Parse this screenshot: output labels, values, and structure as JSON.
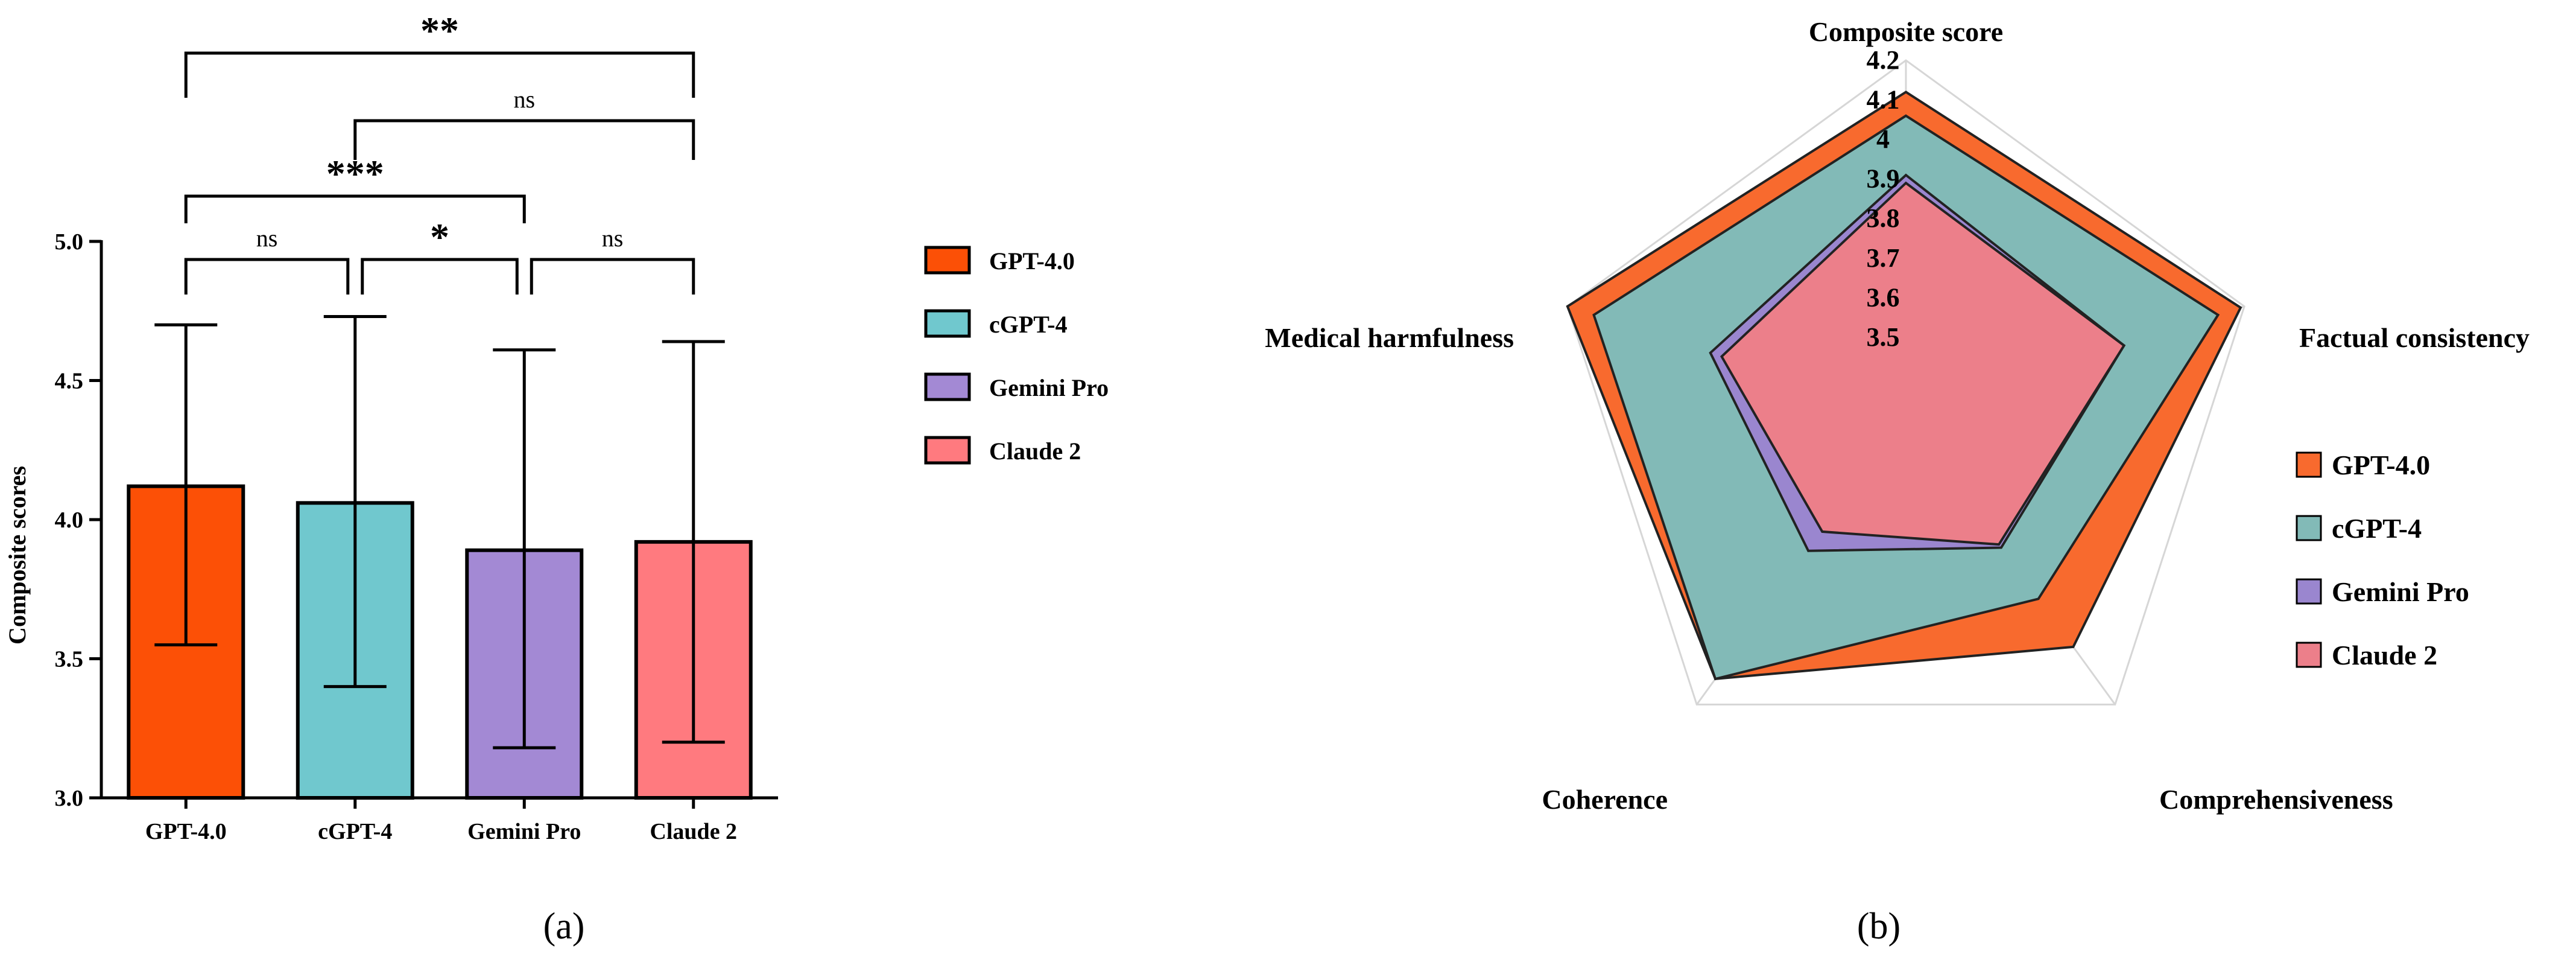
{
  "colors": {
    "GPT-4.0": "#FC5006",
    "cGPT-4": "#70C8CE",
    "Gemini Pro": "#A389D4",
    "Claude 2": "#FF7A7F",
    "radar_gpt": "#F86A2E",
    "radar_cgpt": "#82BAB7",
    "radar_gemini": "#9A86CF",
    "radar_claude": "#EC7F8A"
  },
  "chart_data": [
    {
      "type": "bar",
      "panel_label": "(a)",
      "categories": [
        "GPT-4.0",
        "cGPT-4",
        "Gemini Pro",
        "Claude 2"
      ],
      "values": [
        4.12,
        4.06,
        3.89,
        3.92
      ],
      "error_upper": [
        4.7,
        4.73,
        4.61,
        4.64
      ],
      "error_lower": [
        3.55,
        3.4,
        3.18,
        3.2
      ],
      "ylabel": "Composite scores",
      "ylim": [
        3.0,
        5.0
      ],
      "yticks": [
        "3.0",
        "3.5",
        "4.0",
        "4.5",
        "5.0"
      ],
      "legend": [
        "GPT-4.0",
        "cGPT-4",
        "Gemini Pro",
        "Claude 2"
      ],
      "legend_position": "right",
      "significance": [
        {
          "from": 0,
          "to": 1,
          "label": "ns",
          "bold": false
        },
        {
          "from": 1,
          "to": 2,
          "label": "*",
          "bold": true
        },
        {
          "from": 2,
          "to": 3,
          "label": "ns",
          "bold": false
        },
        {
          "from": 0,
          "to": 2,
          "label": "***",
          "bold": true
        },
        {
          "from": 1,
          "to": 3,
          "label": "ns",
          "bold": false
        },
        {
          "from": 0,
          "to": 3,
          "label": "**",
          "bold": true
        }
      ]
    },
    {
      "type": "radar",
      "panel_label": "(b)",
      "axes": [
        "Composite score",
        "Factual consistency",
        "Comprehensiveness",
        "Coherence",
        "Medical harmfulness"
      ],
      "radial_ticks": [
        "3.5",
        "3.6",
        "3.7",
        "3.8",
        "3.9",
        "4",
        "4.1",
        "4.2"
      ],
      "range": [
        3.3,
        4.2
      ],
      "legend_position": "right",
      "series": [
        {
          "name": "GPT-4.0",
          "values": [
            4.12,
            4.19,
            4.02,
            4.12,
            4.2
          ]
        },
        {
          "name": "cGPT-4",
          "values": [
            4.06,
            4.13,
            3.87,
            4.12,
            4.13
          ]
        },
        {
          "name": "Gemini Pro",
          "values": [
            3.91,
            3.88,
            3.71,
            3.72,
            3.82
          ]
        },
        {
          "name": "Claude 2",
          "values": [
            3.89,
            3.88,
            3.7,
            3.66,
            3.79
          ]
        }
      ]
    }
  ]
}
